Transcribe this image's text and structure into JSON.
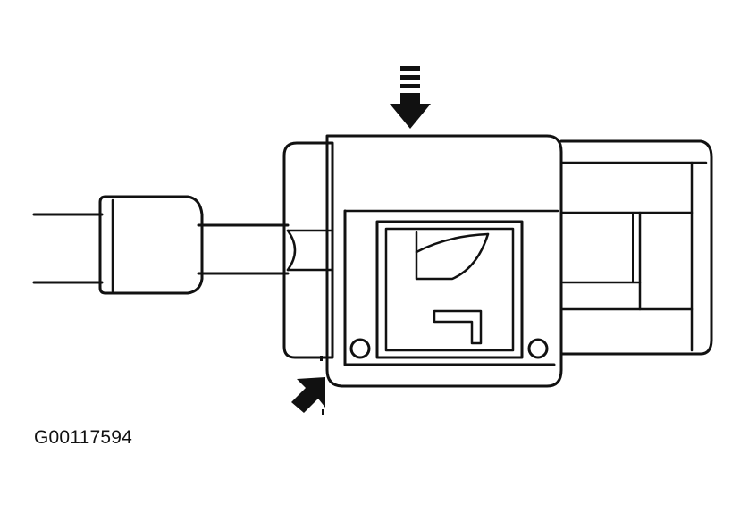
{
  "figure": {
    "id_label": "G00117594"
  },
  "colors": {
    "line": "#111111",
    "background": "#ffffff"
  },
  "parts": {
    "tube": "fuel-line-tube",
    "connector": "quick-connect-fitting",
    "retainer": "retainer-tab",
    "push_arrow": "arrow-down-icon",
    "release_arrow": "arrow-diagonal-icon"
  }
}
